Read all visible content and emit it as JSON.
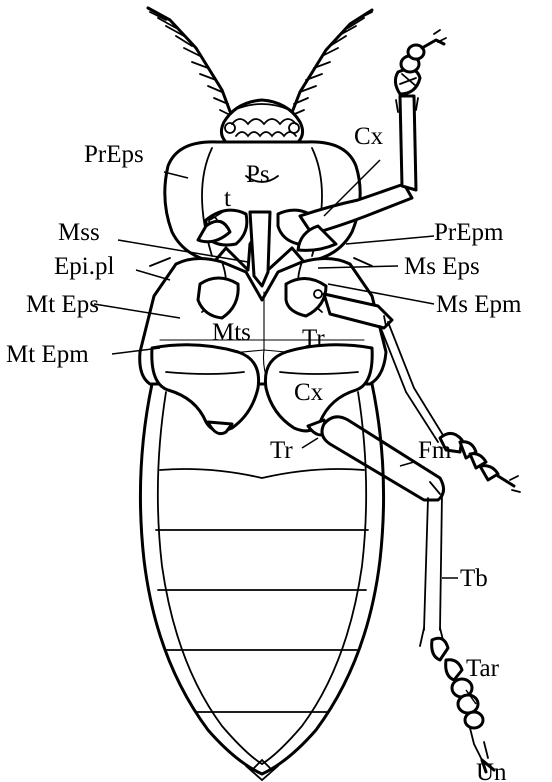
{
  "labels": {
    "prEps": "PrEps",
    "ps": "Ps",
    "cx_top": "Cx",
    "t": "t",
    "prEpm": "PrEpm",
    "mss": "Mss",
    "msEps": "Ms Eps",
    "epiPl": "Epi.pl",
    "msEpm": "Ms Epm",
    "mtEps": "Mt Eps",
    "mts": "Mts",
    "tr_mid": "Tr",
    "mtEpm": "Mt Epm",
    "cx_bottom": "Cx",
    "tr_hind": "Tr",
    "fm": "Fm",
    "tb": "Tb",
    "tar": "Tar",
    "un": "Un"
  },
  "colors": {
    "ink": "#000000",
    "paper": "#ffffff"
  }
}
